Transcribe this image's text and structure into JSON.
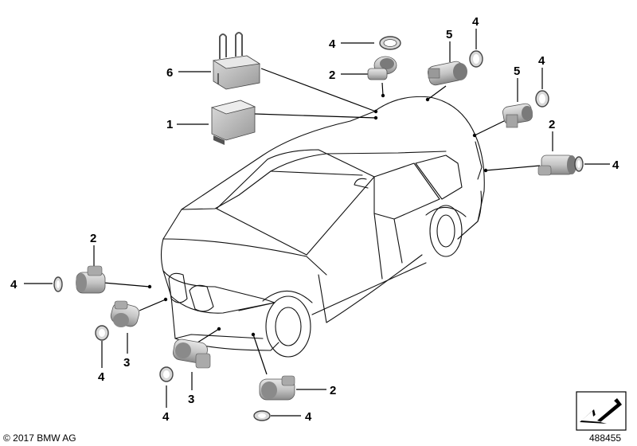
{
  "diagram": {
    "callouts": {
      "c6": "6",
      "c1": "1",
      "c4_top": "4",
      "c2_top": "2",
      "c5_top": "5",
      "c4_top_right": "4",
      "c5_right": "5",
      "c4_right_upper": "4",
      "c2_right": "2",
      "c4_right": "4",
      "c2_left": "2",
      "c4_left": "4",
      "c3_left": "3",
      "c4_left_lower": "4",
      "c3_center": "3",
      "c4_center": "4",
      "c2_bottom": "2",
      "c4_bottom": "4"
    },
    "copyright": "© 2017 BMW AG",
    "diagram_number": "488455"
  },
  "icons": {
    "corner_badge": "arrow-icon"
  },
  "colors": {
    "line": "#000000",
    "part_fill": "#c9c9c9",
    "part_shadow": "#8f8f8f"
  }
}
